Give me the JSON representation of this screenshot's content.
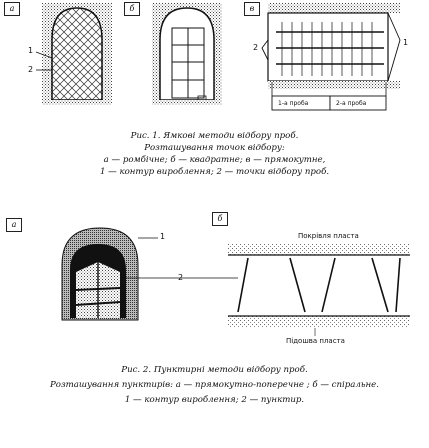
{
  "figure1": {
    "labels": {
      "a": "а",
      "b": "б",
      "c": "в"
    },
    "markers": {
      "one_a": "1",
      "two_a": "2",
      "two_c": "2",
      "one_c": "1"
    },
    "cut_labels": {
      "first": "1-а проба",
      "second": "2-а проба"
    },
    "caption": {
      "line1": "Рис. 1. Ямкові методи відбору проб.",
      "line2": "Розташування точок відбору:",
      "line3": "а — ромбічне; б — квадратне; в — прямокутне,",
      "line4": "1 — контур вироблення; 2 — точки відбору проб."
    }
  },
  "figure2": {
    "labels": {
      "a": "а",
      "b": "б"
    },
    "markers": {
      "one": "1",
      "two": "2"
    },
    "roof": "Покрівля пласта",
    "floor": "Підошва пласта",
    "caption": {
      "line1": "Рис. 2. Пунктирні методи відбору проб.",
      "line2": "Розташування пунктирів: а — прямокутно-поперечне ; б — спіральне.",
      "line3": "1 — контур вироблення; 2 — пунктир."
    }
  }
}
